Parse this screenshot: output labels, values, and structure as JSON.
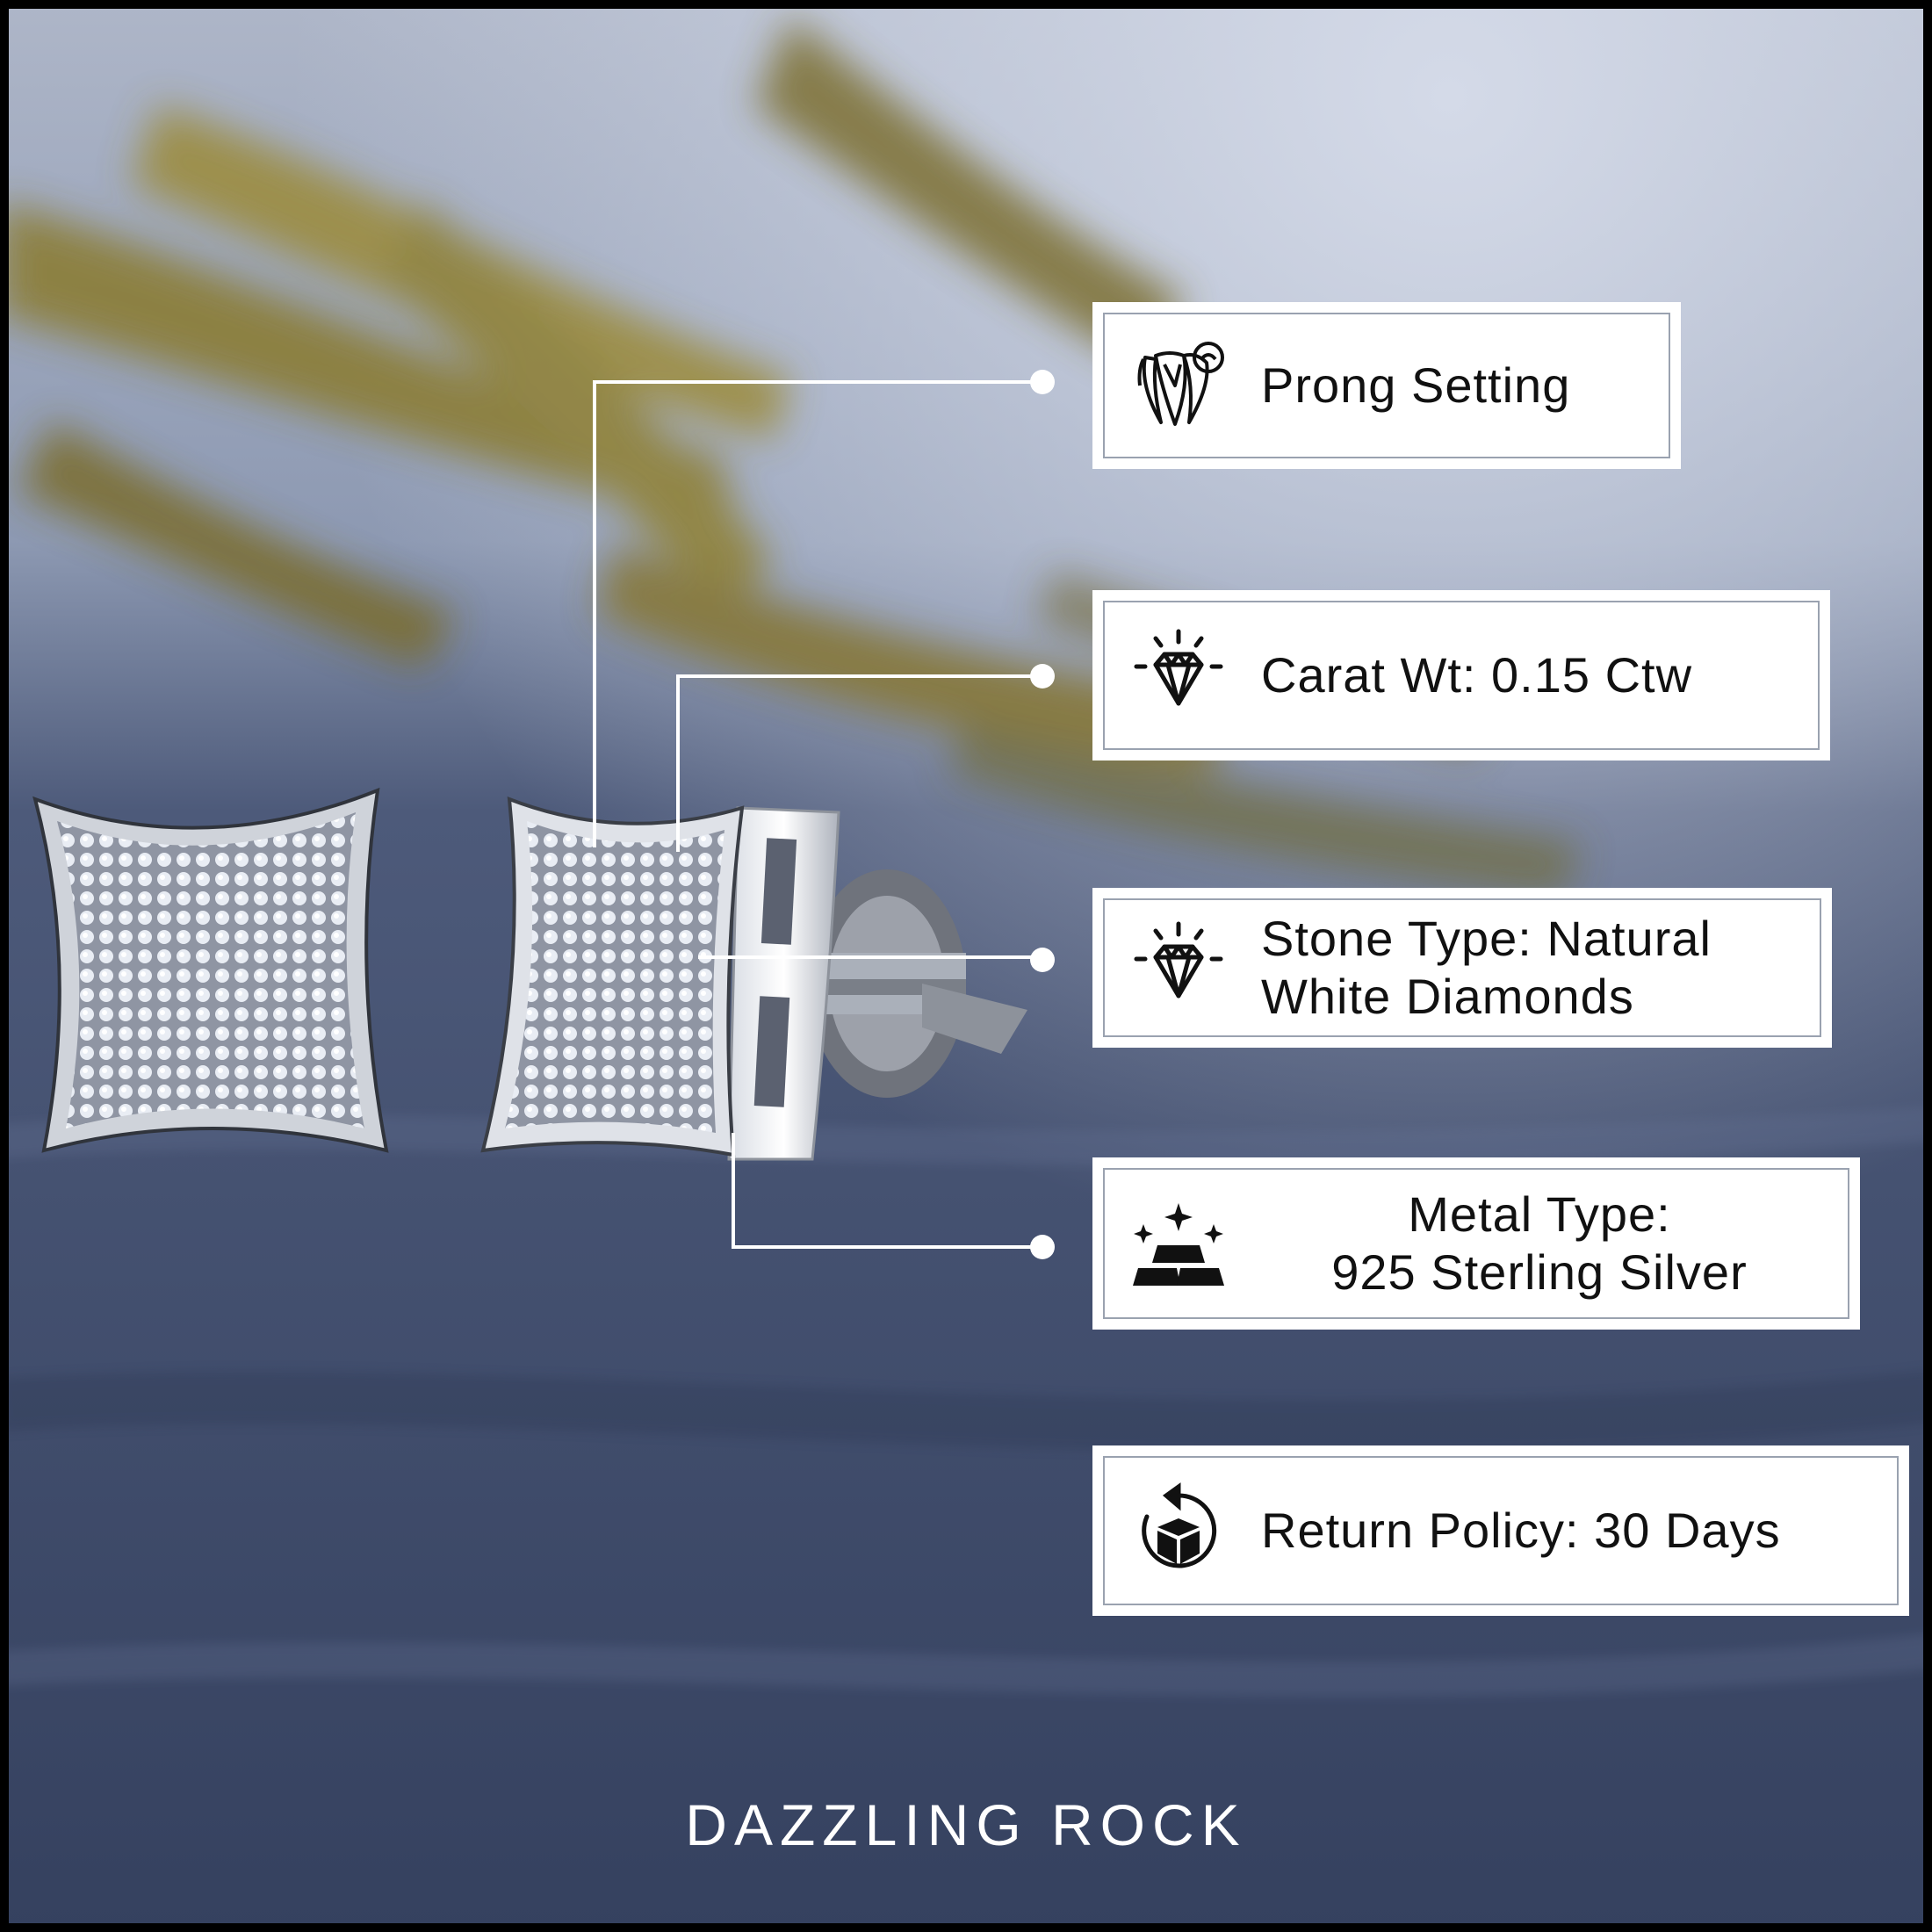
{
  "features": [
    {
      "icon": "prong-setting-icon",
      "lines": [
        "Prong Setting"
      ]
    },
    {
      "icon": "diamond-icon",
      "lines": [
        "Carat Wt: 0.15 Ctw"
      ]
    },
    {
      "icon": "diamond-icon",
      "lines": [
        "Stone Type: Natural",
        "White Diamonds"
      ]
    },
    {
      "icon": "gold-bars-icon",
      "lines": [
        "Metal Type:",
        "925 Sterling Silver"
      ]
    },
    {
      "icon": "return-package-icon",
      "lines": [
        "Return Policy: 30 Days"
      ]
    }
  ],
  "brand": "DAZZLING ROCK"
}
